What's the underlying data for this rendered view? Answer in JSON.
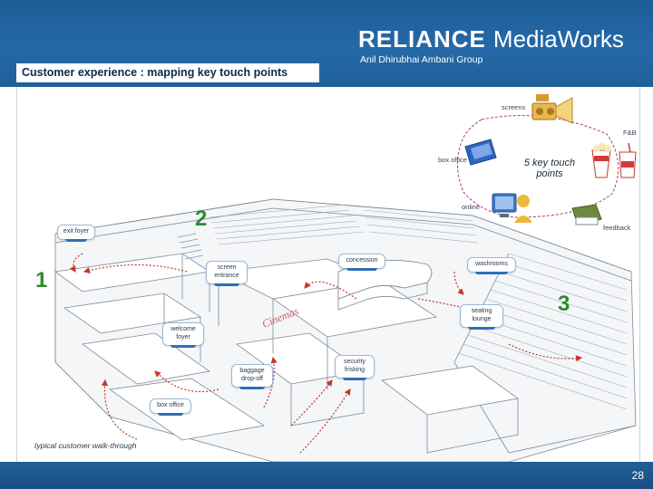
{
  "header": {
    "logo_name": "RELIANCE",
    "logo_division": "MediaWorks",
    "logo_group": "Anil Dhirubhai Ambani Group"
  },
  "title": "Customer experience : mapping key touch points",
  "touch_points": {
    "center_label": "5 key touch points",
    "items": [
      {
        "label": "screens",
        "icon": "film-reel-icon"
      },
      {
        "label": "F&B",
        "icon": "popcorn-soda-icon"
      },
      {
        "label": "box office",
        "icon": "ticket-icon"
      },
      {
        "label": "online",
        "icon": "computer-user-icon"
      },
      {
        "label": "feedback",
        "icon": "feedback-card-icon"
      }
    ]
  },
  "floor_plan": {
    "callouts": [
      {
        "label": "exit foyer"
      },
      {
        "label": "screen entrance"
      },
      {
        "label": "concession"
      },
      {
        "label": "washrooms"
      },
      {
        "label": "seating lounge"
      },
      {
        "label": "welcome foyer"
      },
      {
        "label": "security frisking"
      },
      {
        "label": "baggage drop-off"
      },
      {
        "label": "box office"
      }
    ],
    "steps": [
      "1",
      "2",
      "3"
    ],
    "signage_text": "Cinemas"
  },
  "caption": "typical customer walk-through",
  "page_number": "28",
  "colors": {
    "header_blue": "#1f6099",
    "arrow_red": "#c0392b",
    "dashed_ring": "#b03a7a",
    "step_green": "#2e8b2e",
    "callout_underline": "#2d6fb8"
  }
}
